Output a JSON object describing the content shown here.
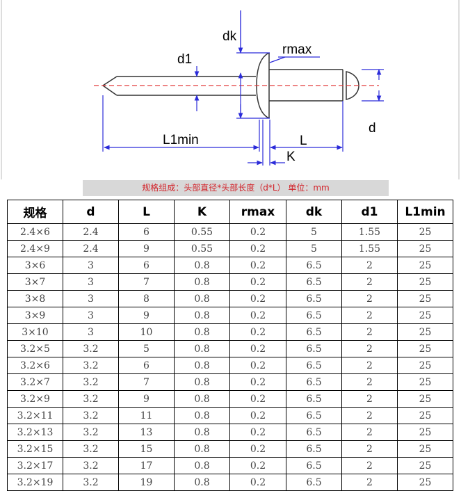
{
  "diagram": {
    "labels": {
      "dk": "dk",
      "rmax": "rmax",
      "d1": "d1",
      "d": "d",
      "L1min": "L1min",
      "L": "L",
      "K": "K"
    },
    "colors": {
      "dimension": "#2b2bd9",
      "centerline": "#e23b3b",
      "outline": "#333333"
    }
  },
  "caption": "规格组成：头部直径*头部长度（d*L） 单位：mm",
  "table": {
    "headers": [
      "规格",
      "d",
      "L",
      "K",
      "rmax",
      "dk",
      "d1",
      "L1min"
    ],
    "rows": [
      [
        "2.4×6",
        "2.4",
        "6",
        "0.55",
        "0.2",
        "5",
        "1.55",
        "25"
      ],
      [
        "2.4×9",
        "2.4",
        "9",
        "0.55",
        "0.2",
        "5",
        "1.55",
        "25"
      ],
      [
        "3×6",
        "3",
        "6",
        "0.8",
        "0.2",
        "6.5",
        "2",
        "25"
      ],
      [
        "3×7",
        "3",
        "7",
        "0.8",
        "0.2",
        "6.5",
        "2",
        "25"
      ],
      [
        "3×8",
        "3",
        "8",
        "0.8",
        "0.2",
        "6.5",
        "2",
        "25"
      ],
      [
        "3×9",
        "3",
        "9",
        "0.8",
        "0.2",
        "6.5",
        "2",
        "25"
      ],
      [
        "3×10",
        "3",
        "10",
        "0.8",
        "0.2",
        "6.5",
        "2",
        "25"
      ],
      [
        "3.2×5",
        "3.2",
        "5",
        "0.8",
        "0.2",
        "6.5",
        "2",
        "25"
      ],
      [
        "3.2×6",
        "3.2",
        "6",
        "0.8",
        "0.2",
        "6.5",
        "2",
        "25"
      ],
      [
        "3.2×7",
        "3.2",
        "7",
        "0.8",
        "0.2",
        "6.5",
        "2",
        "25"
      ],
      [
        "3.2×9",
        "3.2",
        "9",
        "0.8",
        "0.2",
        "6.5",
        "2",
        "25"
      ],
      [
        "3.2×11",
        "3.2",
        "11",
        "0.8",
        "0.2",
        "6.5",
        "2",
        "25"
      ],
      [
        "3.2×13",
        "3.2",
        "13",
        "0.8",
        "0.2",
        "6.5",
        "2",
        "25"
      ],
      [
        "3.2×15",
        "3.2",
        "15",
        "0.8",
        "0.2",
        "6.5",
        "2",
        "25"
      ],
      [
        "3.2×17",
        "3.2",
        "17",
        "0.8",
        "0.2",
        "6.5",
        "2",
        "25"
      ],
      [
        "3.2×19",
        "3.2",
        "19",
        "0.8",
        "0.2",
        "6.5",
        "2",
        "25"
      ]
    ]
  }
}
